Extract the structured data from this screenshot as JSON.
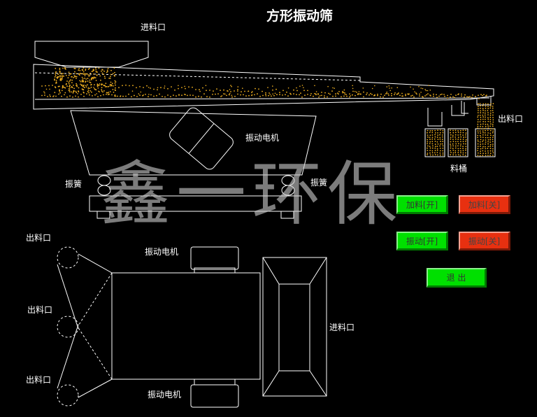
{
  "title": "方形振动筛",
  "watermark": "鑫一环保",
  "labels": {
    "feed_inlet_top": "进料口",
    "discharge_right": "出料口",
    "motor_side": "振动电机",
    "spring_left": "振簧",
    "spring_right": "振簧",
    "bins": "料桶",
    "discharge_1": "出料口",
    "discharge_2": "出料口",
    "discharge_3": "出料口",
    "motor_top": "振动电机",
    "feed_inlet_plan": "进料口",
    "motor_bottom": "振动电机"
  },
  "buttons": {
    "feed_on": "加料[开]",
    "feed_off": "加料[关]",
    "vibrate_on": "振动[开]",
    "vibrate_off": "振动[关]",
    "exit": "退 出"
  },
  "colors": {
    "background": "#000000",
    "line": "#ffffff",
    "material": "#f0b020",
    "button_on": "#00e000",
    "button_off": "#e83010"
  }
}
